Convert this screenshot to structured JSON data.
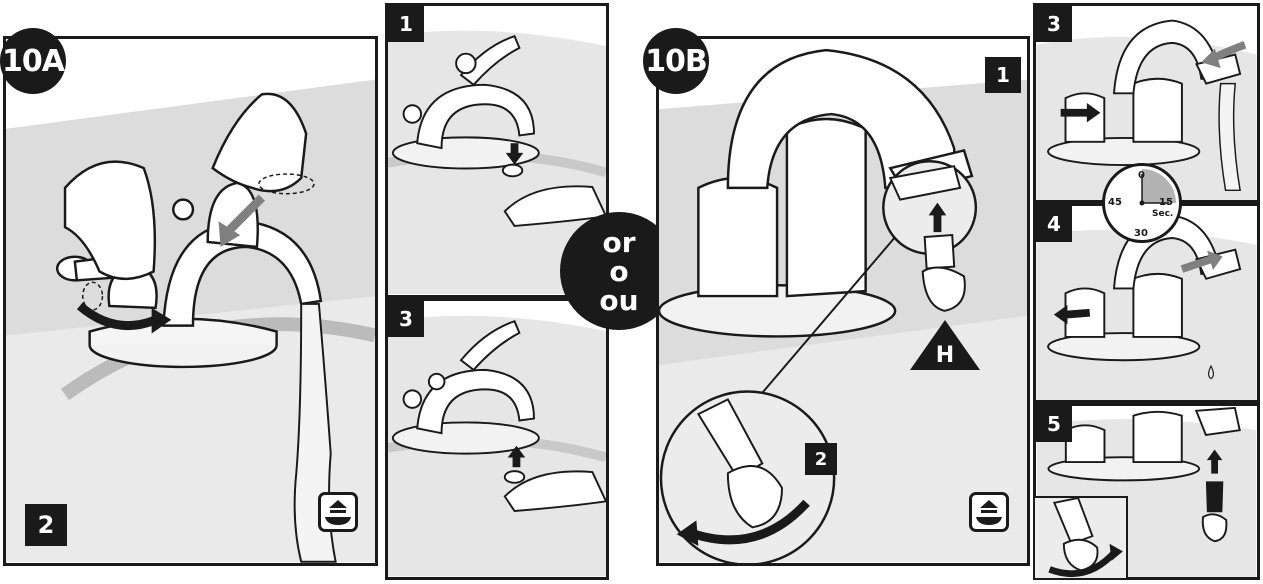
{
  "figure_10a": {
    "badge": "10A",
    "main_step": "2",
    "step_top": "1",
    "step_bottom": "3"
  },
  "separator": {
    "lines": [
      "or",
      "o",
      "ou"
    ]
  },
  "figure_10b": {
    "badge": "10B",
    "main_step": "1",
    "inset_step": "2",
    "tool_label": "H",
    "step_3": "3",
    "step_4": "4",
    "step_5": "5",
    "timer": {
      "top": "0",
      "right": "15",
      "unit": "Sec.",
      "bottom": "30",
      "left": "45"
    }
  },
  "icons": [
    "flush-icon",
    "arrow-icon",
    "tool-icon"
  ],
  "colors": {
    "ink": "#1a1a1a",
    "arrow_gray": "#808080",
    "sink_gray": "#d9d9d9",
    "paper": "#ffffff"
  }
}
